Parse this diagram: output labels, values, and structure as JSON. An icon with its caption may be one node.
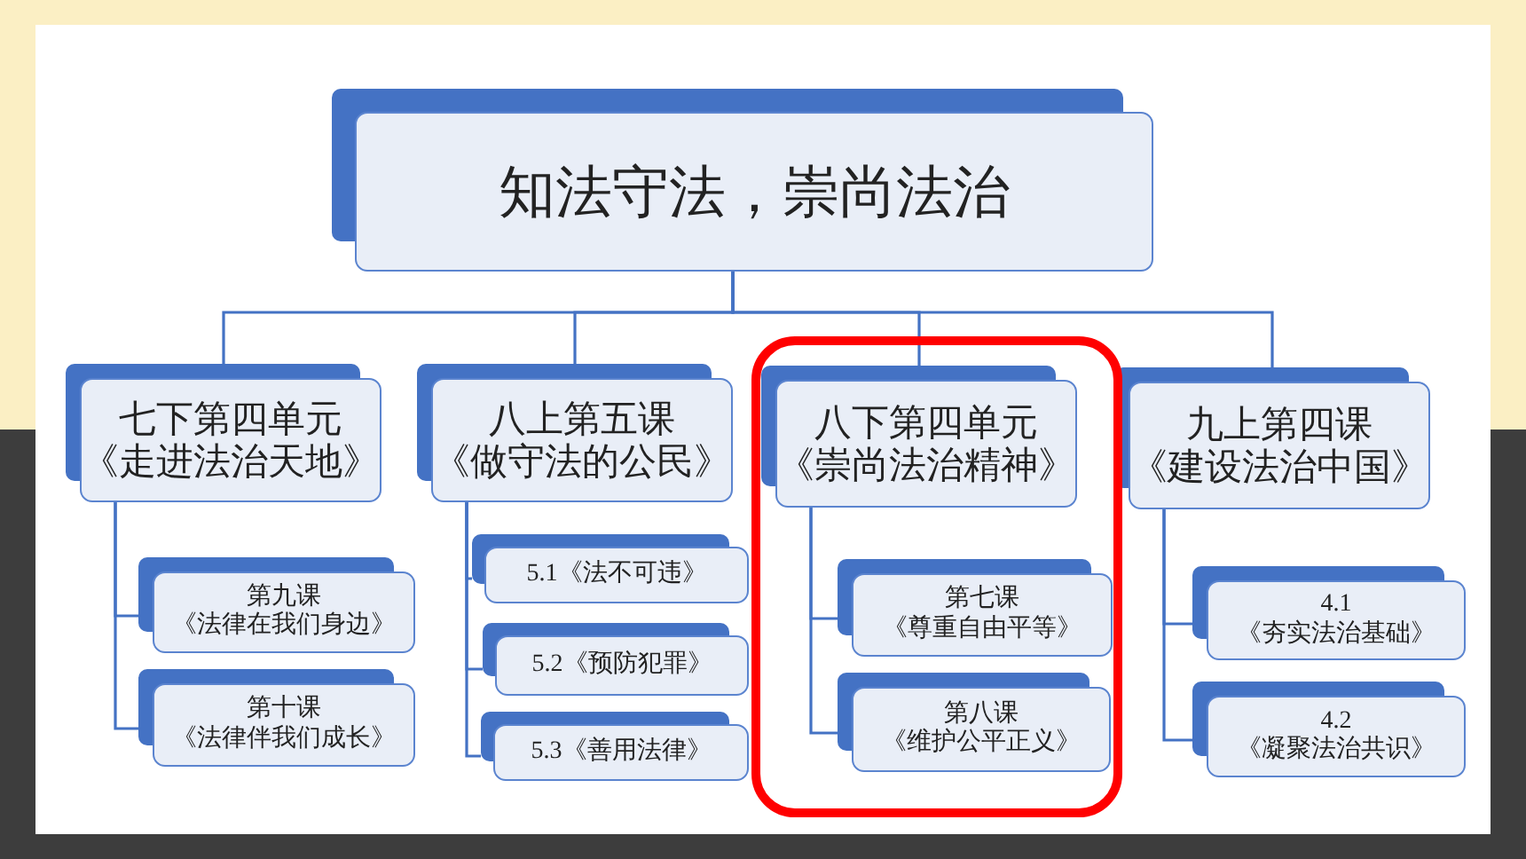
{
  "diagram": {
    "nodes": [
      {
        "text": [
          "知法守法，崇尚法治"
        ]
      },
      {
        "text": [
          "七下第四单元",
          "《走进法治天地》"
        ]
      },
      {
        "text": [
          "八上第五课",
          "《做守法的公民》"
        ]
      },
      {
        "text": [
          "八下第四单元",
          "《崇尚法治精神》"
        ]
      },
      {
        "text": [
          "九上第四课",
          "《建设法治中国》"
        ]
      },
      {
        "text": [
          "第九课",
          "《法律在我们身边》"
        ]
      },
      {
        "text": [
          "第十课",
          "《法律伴我们成长》"
        ]
      },
      {
        "text": [
          "5.1《法不可违》"
        ]
      },
      {
        "text": [
          "5.2《预防犯罪》"
        ]
      },
      {
        "text": [
          "5.3《善用法律》"
        ]
      },
      {
        "text": [
          "第七课",
          "《尊重自由平等》"
        ]
      },
      {
        "text": [
          "第八课",
          "《维护公平正义》"
        ]
      },
      {
        "text": [
          "4.1",
          "《夯实法治基础》"
        ]
      },
      {
        "text": [
          "4.2",
          "《凝聚法治共识》"
        ]
      }
    ],
    "edges": [
      {
        "from": 0,
        "to": 1,
        "arrow": "none"
      },
      {
        "from": 0,
        "to": 2,
        "arrow": "none"
      },
      {
        "from": 0,
        "to": 3,
        "arrow": "none"
      },
      {
        "from": 0,
        "to": 4,
        "arrow": "none"
      },
      {
        "from": 1,
        "to": 5,
        "arrow": "none"
      },
      {
        "from": 1,
        "to": 6,
        "arrow": "none"
      },
      {
        "from": 2,
        "to": 7,
        "arrow": "none"
      },
      {
        "from": 2,
        "to": 8,
        "arrow": "none"
      },
      {
        "from": 2,
        "to": 9,
        "arrow": "none"
      },
      {
        "from": 3,
        "to": 10,
        "arrow": "none"
      },
      {
        "from": 3,
        "to": 11,
        "arrow": "none"
      },
      {
        "from": 4,
        "to": 12,
        "arrow": "none"
      },
      {
        "from": 4,
        "to": 13,
        "arrow": "none"
      }
    ]
  }
}
